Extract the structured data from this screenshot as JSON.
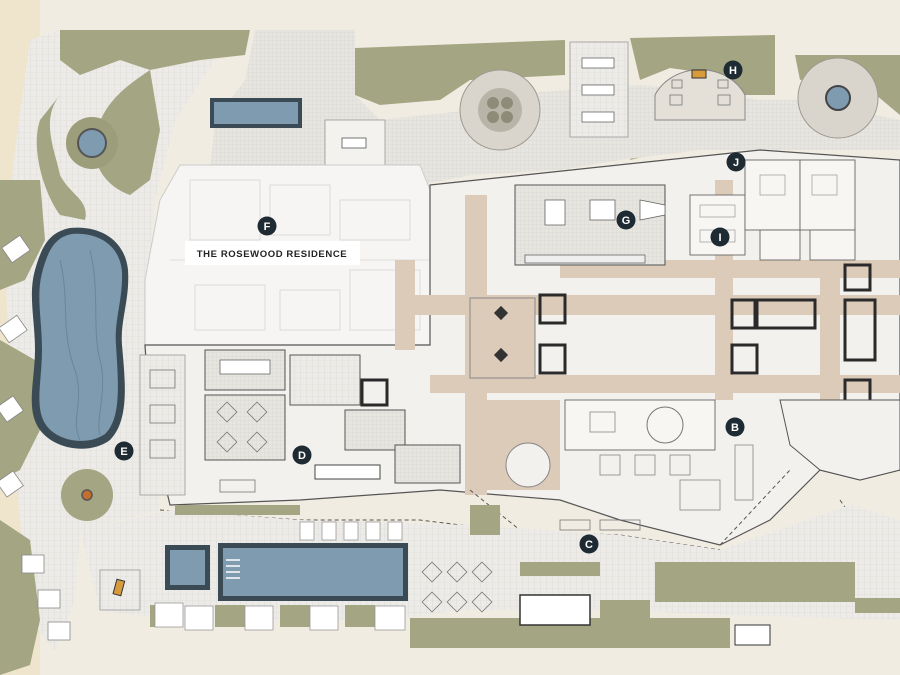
{
  "title": "THE ROSEWOOD RESIDENCE",
  "markers": [
    {
      "id": "A",
      "label": "",
      "x": 0,
      "y": 0
    },
    {
      "id": "B",
      "label": "B"
    },
    {
      "id": "C",
      "label": "C"
    },
    {
      "id": "D",
      "label": "D"
    },
    {
      "id": "E",
      "label": "E"
    },
    {
      "id": "F",
      "label": "F"
    },
    {
      "id": "G",
      "label": "G"
    },
    {
      "id": "H",
      "label": "H"
    },
    {
      "id": "I",
      "label": "I"
    },
    {
      "id": "J",
      "label": "J"
    }
  ],
  "colors": {
    "lawn": "#a4a582",
    "lawn_dark": "#8f9070",
    "water": "#7e9bb0",
    "paving": "#e9e6e0",
    "corridor": "#dccbb8",
    "wall": "#2a2a2a",
    "marker": "#1f2b33",
    "sand": "#efe7d6"
  }
}
